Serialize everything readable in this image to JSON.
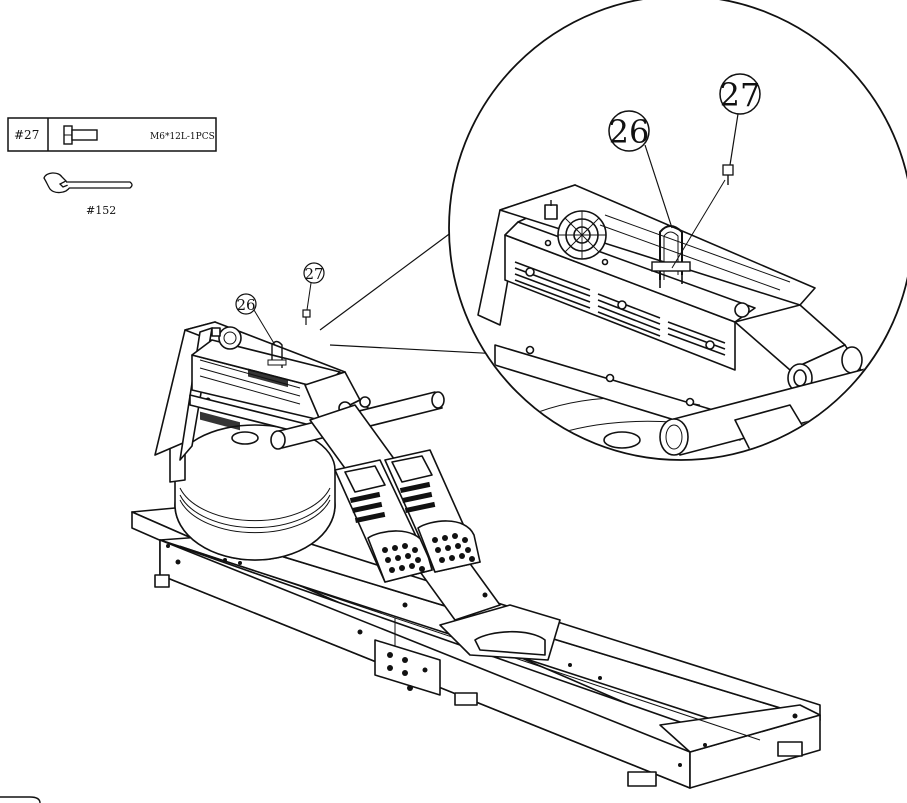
{
  "parts_table": {
    "part_no": "#27",
    "spec": "M6*12L-1PCS"
  },
  "tool": {
    "label": "#152"
  },
  "callouts": {
    "main_26": "26",
    "main_27": "27",
    "zoom_26": "26",
    "zoom_27": "27"
  }
}
